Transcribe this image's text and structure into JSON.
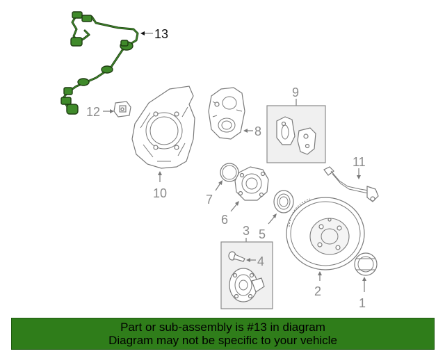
{
  "callouts": {
    "c1": "1",
    "c2": "2",
    "c3": "3",
    "c4": "4",
    "c5": "5",
    "c6": "6",
    "c7": "7",
    "c8": "8",
    "c9": "9",
    "c10": "10",
    "c11": "11",
    "c12": "12",
    "c13": "13"
  },
  "highlighted_part": "13",
  "colors": {
    "banner_background": "#2f7d1a",
    "highlighted_part": "#3f8a2a",
    "line_art": "#7a7a7a"
  },
  "banner": {
    "line1": "Part or sub-assembly is #13 in diagram",
    "line2": "Diagram may not be specific to your vehicle"
  }
}
